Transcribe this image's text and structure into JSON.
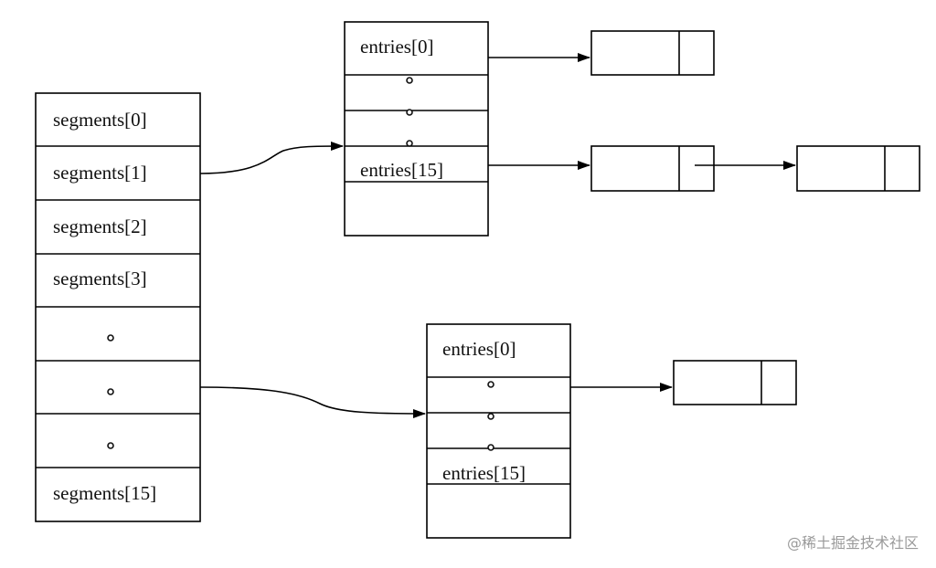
{
  "segments": {
    "labels": [
      "segments[0]",
      "segments[1]",
      "segments[2]",
      "segments[3]",
      "",
      "",
      "",
      "segments[15]"
    ]
  },
  "table_a": {
    "labels": [
      "entries[0]",
      "",
      "",
      "entries[15]",
      ""
    ]
  },
  "table_b": {
    "labels": [
      "entries[0]",
      "",
      "",
      "entries[15]",
      ""
    ]
  },
  "watermark": "@稀土掘金技术社区"
}
